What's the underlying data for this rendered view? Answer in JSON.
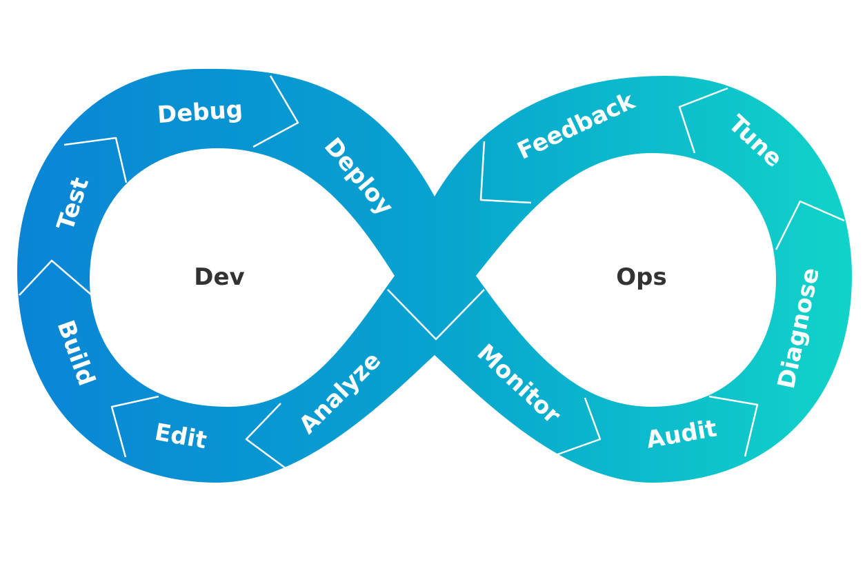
{
  "diagram": {
    "centers": {
      "dev": "Dev",
      "ops": "Ops"
    },
    "stages": {
      "debug": "Debug",
      "deploy": "Deploy",
      "test": "Test",
      "build": "Build",
      "edit": "Edit",
      "analyze": "Analyze",
      "feedback": "Feedback",
      "tune": "Tune",
      "diagnose": "Diagnose",
      "monitor": "Monitor",
      "audit": "Audit"
    },
    "colors": {
      "gradient_start": "#0a84d6",
      "gradient_end": "#11d3c9",
      "divider": "#ffffff",
      "center_text": "#333333",
      "background": "#ffffff"
    }
  }
}
